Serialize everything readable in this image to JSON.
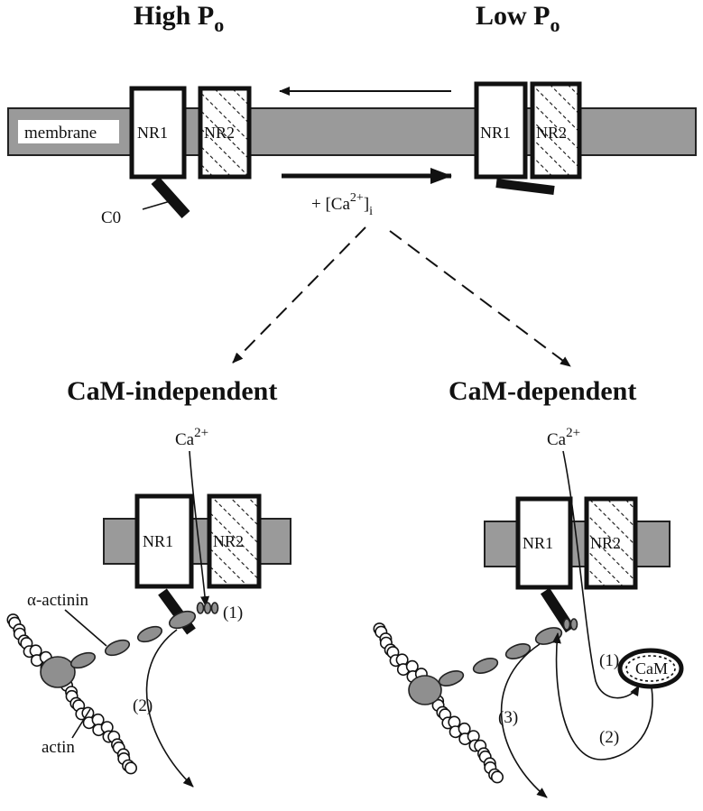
{
  "header": {
    "high_label": "High P",
    "high_sub": "o",
    "low_label": "Low P",
    "low_sub": "o"
  },
  "top": {
    "membrane_label": "membrane",
    "nr1": "NR1",
    "nr2": "NR2",
    "c0_label": "C0",
    "ca_trigger_prefix": "+ [Ca",
    "ca_trigger_sup": "2+",
    "ca_trigger_suffix": "]",
    "ca_trigger_sub": "i"
  },
  "left_panel": {
    "title": "CaM-independent",
    "ca_base": "Ca",
    "ca_sup": "2+",
    "nr1": "NR1",
    "nr2": "NR2",
    "alpha_actinin": "α-actinin",
    "actin": "actin",
    "step1": "(1)",
    "step2": "(2)"
  },
  "right_panel": {
    "title": "CaM-dependent",
    "ca_base": "Ca",
    "ca_sup": "2+",
    "nr1": "NR1",
    "nr2": "NR2",
    "cam": "CaM",
    "step1": "(1)",
    "step2": "(2)",
    "step3": "(3)"
  }
}
